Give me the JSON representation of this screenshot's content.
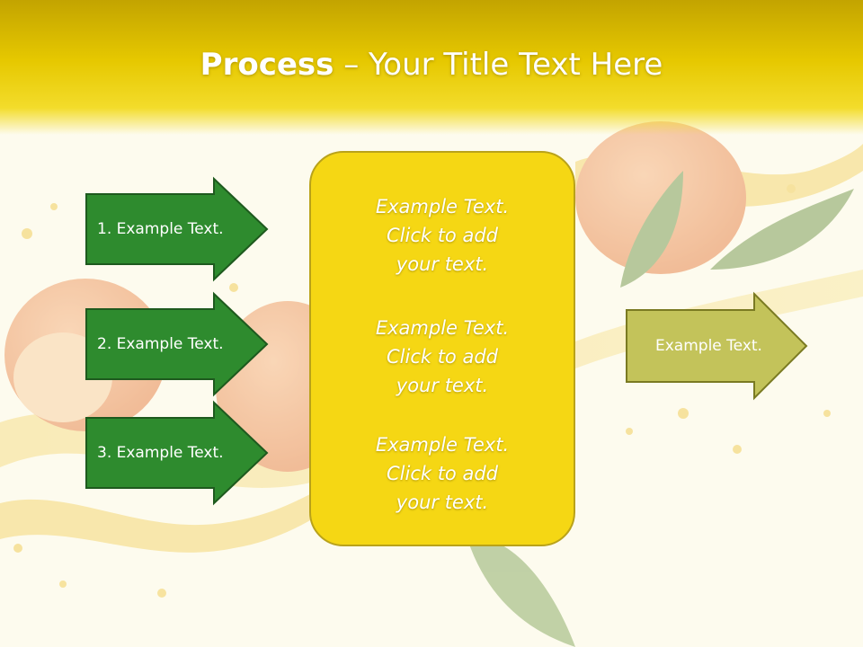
{
  "title": {
    "bold": "Process",
    "dash": " – ",
    "rest": "Your Title Text Here"
  },
  "left_arrows": [
    {
      "label": "1. Example Text."
    },
    {
      "label": "2. Example Text."
    },
    {
      "label": "3. Example Text."
    }
  ],
  "center_box": {
    "blocks": [
      "Example Text.\nClick  to add\nyour text.",
      "Example Text.\nClick  to add\nyour text.",
      "Example Text.\nClick  to add\nyour text."
    ]
  },
  "right_arrow": {
    "label": "Example Text."
  },
  "colors": {
    "title_bar": "#e6c800",
    "arrow_green": "#2e8b2e",
    "arrow_green_border": "#1e5a1e",
    "box_fill": "#f5d714",
    "box_border": "#b9a21a",
    "right_arrow_fill": "#c3c35a",
    "right_arrow_border": "#7a7a22"
  }
}
